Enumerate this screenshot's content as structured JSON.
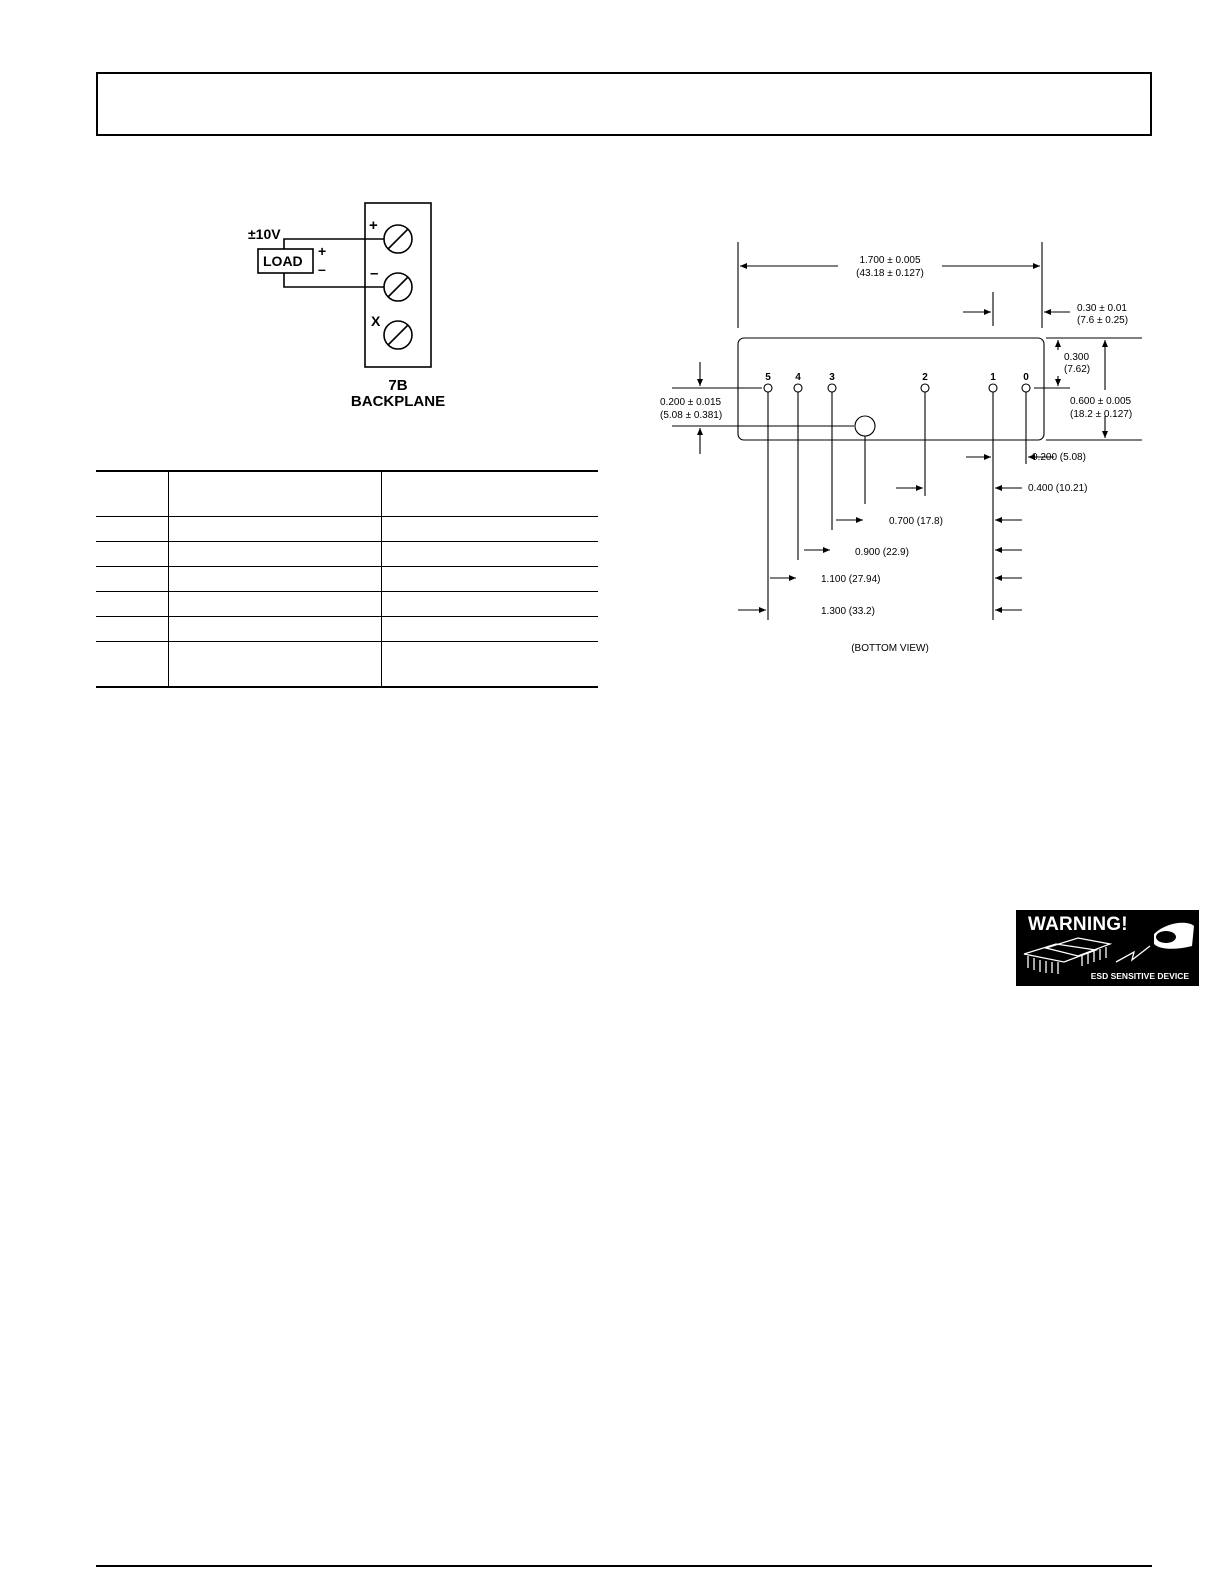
{
  "wiring": {
    "voltage_label": "±10V",
    "load_label": "LOAD",
    "load_plus": "+",
    "load_minus": "–",
    "terminal_plus": "+",
    "terminal_minus": "–",
    "terminal_x": "X",
    "backplane_line1": "7B",
    "backplane_line2": "BACKPLANE"
  },
  "table": {
    "rows": 6
  },
  "outline": {
    "width_dim": "1.700 ± 0.005",
    "width_dim_mm": "(43.18 ± 0.127)",
    "thickness_dim": "0.30 ± 0.01",
    "thickness_dim_mm": "(7.6 ± 0.25)",
    "half_height_dim": "0.300",
    "half_height_dim_mm": "(7.62)",
    "height_dim": "0.600 ± 0.005",
    "height_dim_mm": "(18.2 ± 0.127)",
    "pin_row_dim": "0.200 ± 0.015",
    "pin_row_dim_mm": "(5.08 ± 0.381)",
    "pins": [
      "5",
      "4",
      "3",
      "2",
      "1",
      "0"
    ],
    "d_0200": "0.200 (5.08)",
    "d_0400": "0.400 (10.21)",
    "d_0700": "0.700 (17.8)",
    "d_0900": "0.900 (22.9)",
    "d_1100": "1.100 (27.94)",
    "d_1300": "1.300 (33.2)",
    "view_label": "(BOTTOM VIEW)"
  },
  "esd": {
    "title": "WARNING!",
    "subtitle": "ESD SENSITIVE DEVICE"
  }
}
